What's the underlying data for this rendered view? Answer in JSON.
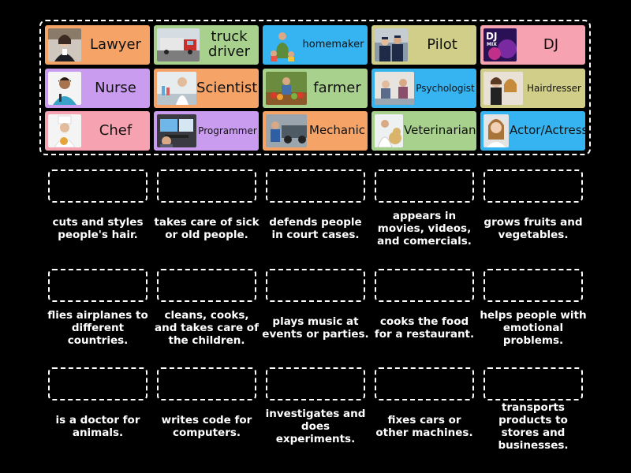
{
  "colors": {
    "orange": "#f5a366",
    "green": "#a9d18e",
    "blue": "#36b4f1",
    "olive": "#d0ce88",
    "pink": "#f6a2b1",
    "purple": "#c99cf0"
  },
  "tiles": [
    {
      "label": "Lawyer",
      "icon": "lawyer-photo-icon"
    },
    {
      "label": "truck driver",
      "icon": "truck-photo-icon"
    },
    {
      "label": "homemaker",
      "icon": "homemaker-photo-icon"
    },
    {
      "label": "Pilot",
      "icon": "pilot-photo-icon"
    },
    {
      "label": "DJ",
      "icon": "dj-photo-icon",
      "badge": "DJ\nMIX"
    },
    {
      "label": "Nurse",
      "icon": "nurse-photo-icon"
    },
    {
      "label": "Scientist",
      "icon": "scientist-photo-icon"
    },
    {
      "label": "farmer",
      "icon": "farmer-photo-icon"
    },
    {
      "label": "Psychologist",
      "icon": "psychologist-photo-icon"
    },
    {
      "label": "Hairdresser",
      "icon": "hairdresser-photo-icon"
    },
    {
      "label": "Chef",
      "icon": "chef-photo-icon"
    },
    {
      "label": "Programmer",
      "icon": "programmer-photo-icon"
    },
    {
      "label": "Mechanic",
      "icon": "mechanic-photo-icon"
    },
    {
      "label": "Veterinarian",
      "icon": "veterinarian-photo-icon"
    },
    {
      "label": "Actor/Actress",
      "icon": "actor-photo-icon"
    }
  ],
  "descriptions": [
    "cuts and styles people's hair.",
    "takes care of sick or old people.",
    "defends people in court cases.",
    "appears in movies, videos, and comercials.",
    "grows fruits and vegetables.",
    "flies airplanes to different countries.",
    "cleans, cooks, and takes care of the children.",
    "plays music at events or parties.",
    "cooks the food for a restaurant.",
    "helps people with emotional problems.",
    "is a doctor for animals.",
    "writes code for computers.",
    "investigates and does experiments.",
    "fixes cars or other machines.",
    "transports products to stores and businesses."
  ]
}
